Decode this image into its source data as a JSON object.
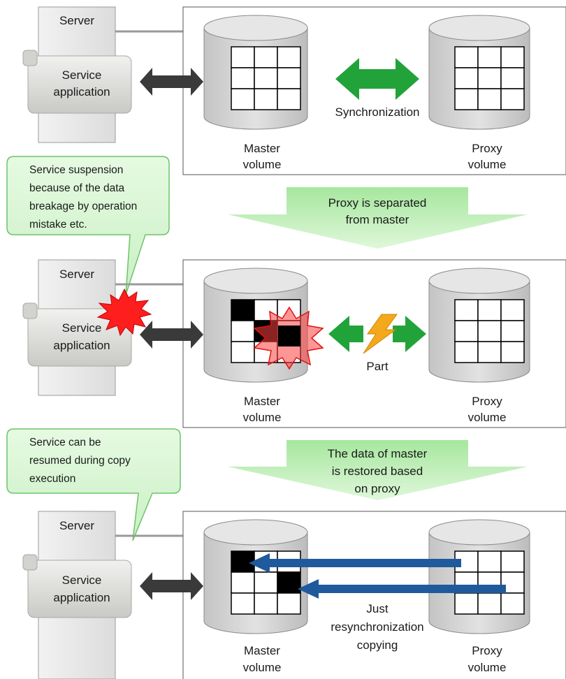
{
  "colors": {
    "server_fill": "#e8e8e8",
    "server_stroke": "#9a9a9a",
    "service_fill": "#dcdcda",
    "volume_fill": "#d2d2d2",
    "grid_fill": "#ffffff",
    "grid_cell_bad": "#000000",
    "sync_arrow": "#22a33a",
    "connector_arrow": "#3a3a3a",
    "step_arrow": "#b8edb0",
    "callout_fill": "#d6f5d2",
    "callout_stroke": "#6cc46a",
    "burst_red": "#ff1e1e",
    "lightning": "#f4a81c",
    "copy_arrow": "#1e5a9c"
  },
  "panels": [
    {
      "server_label": "Server",
      "service_label": [
        "Service",
        "application"
      ],
      "master_label": [
        "Master",
        "volume"
      ],
      "proxy_label": [
        "Proxy",
        "volume"
      ],
      "link_label": "Synchronization"
    },
    {
      "server_label": "Server",
      "service_label": [
        "Service",
        "application"
      ],
      "master_label": [
        "Master",
        "volume"
      ],
      "proxy_label": [
        "Proxy",
        "volume"
      ],
      "link_label": "Part"
    },
    {
      "server_label": "Server",
      "service_label": [
        "Service",
        "application"
      ],
      "master_label": [
        "Master",
        "volume"
      ],
      "proxy_label": [
        "Proxy",
        "volume"
      ],
      "link_label": [
        "Just",
        "resynchronization",
        "copying"
      ]
    }
  ],
  "steps": [
    [
      "Proxy is separated",
      "from master"
    ],
    [
      "The data of master",
      "is restored based",
      "on proxy"
    ]
  ],
  "callouts": [
    [
      "Service suspension",
      "because of the data",
      "breakage by operation",
      "mistake etc."
    ],
    [
      "Service can be",
      "resumed during copy",
      "execution"
    ]
  ]
}
